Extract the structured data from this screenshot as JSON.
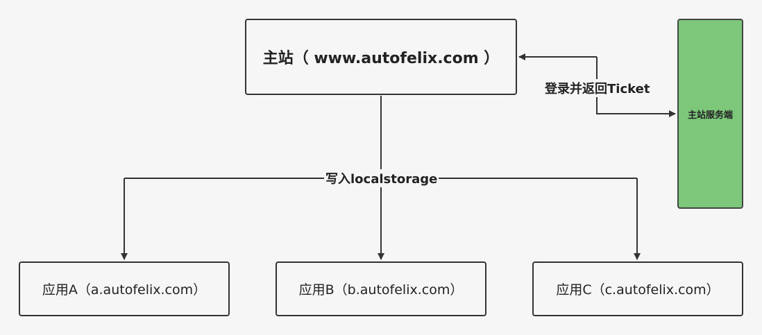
{
  "main_site": {
    "label": "主站（ www.autofelix.com ）"
  },
  "server": {
    "label": "主站服务端"
  },
  "edges": {
    "login_label": "登录并返回Ticket",
    "write_label": "写入localstorage"
  },
  "apps": [
    {
      "label": "应用A（a.autofelix.com）"
    },
    {
      "label": "应用B（b.autofelix.com）"
    },
    {
      "label": "应用C（c.autofelix.com）"
    }
  ],
  "colors": {
    "server_fill": "#7dc77a",
    "stroke": "#333333",
    "background": "#f6f6f6"
  }
}
